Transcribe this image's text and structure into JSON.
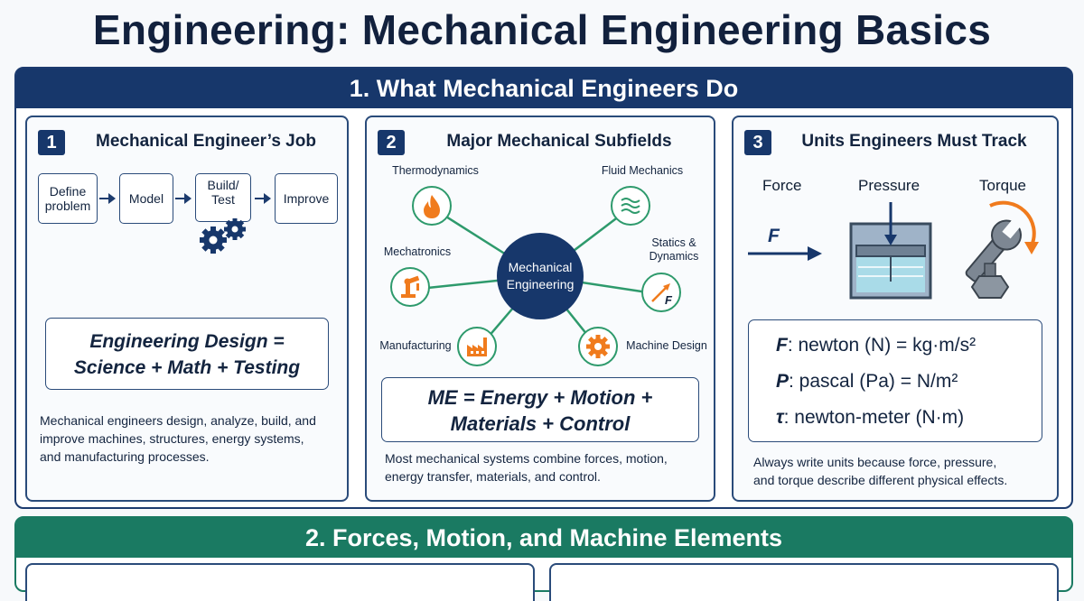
{
  "title": "Engineering: Mechanical Engineering Basics",
  "section1": {
    "heading": "1. What Mechanical Engineers Do",
    "panel1": {
      "badge": "1",
      "title": "Mechanical Engineer’s Job",
      "flow": [
        {
          "line1": "Define",
          "line2": "problem"
        },
        {
          "line1": "Model",
          "line2": ""
        },
        {
          "line1": "Build/",
          "line2": "Test"
        },
        {
          "line1": "Improve",
          "line2": ""
        }
      ],
      "formula_line1": "Engineering Design =",
      "formula_line2": "Science + Math + Testing",
      "desc_line1": "Mechanical engineers design, analyze, build, and",
      "desc_line2": "improve machines, structures, energy systems,",
      "desc_line3": "and manufacturing processes."
    },
    "panel2": {
      "badge": "2",
      "title": "Major Mechanical Subfields",
      "center_line1": "Mechanical",
      "center_line2": "Engineering",
      "nodes": {
        "thermo": "Thermodynamics",
        "fluid": "Fluid Mechanics",
        "mechatronics": "Mechatronics",
        "statics_line1": "Statics &",
        "statics_line2": "Dynamics",
        "manufacturing": "Manufacturing",
        "machine": "Machine Design"
      },
      "statics_icon_letter": "F",
      "formula_line1": "ME = Energy + Motion +",
      "formula_line2": "Materials + Control",
      "desc_line1": "Most mechanical systems combine forces, motion,",
      "desc_line2": "energy transfer, materials, and control."
    },
    "panel3": {
      "badge": "3",
      "title": "Units Engineers Must Track",
      "labels": {
        "force": "Force",
        "pressure": "Pressure",
        "torque": "Torque"
      },
      "force_symbol": "F",
      "units": [
        {
          "sym": "F",
          "text": ": newton (N) = kg·m/s²"
        },
        {
          "sym": "P",
          "text": ": pascal (Pa) = N/m²"
        },
        {
          "sym": "τ",
          "text": ": newton-meter (N·m)"
        }
      ],
      "desc_line1": "Always write units because force, pressure,",
      "desc_line2": "and torque describe different physical effects."
    }
  },
  "section2": {
    "heading": "2. Forces, Motion, and Machine Elements"
  },
  "colors": {
    "navy": "#17376b",
    "teal": "#1a7a62",
    "orange": "#f07b1d",
    "green": "#2e9a6c"
  }
}
